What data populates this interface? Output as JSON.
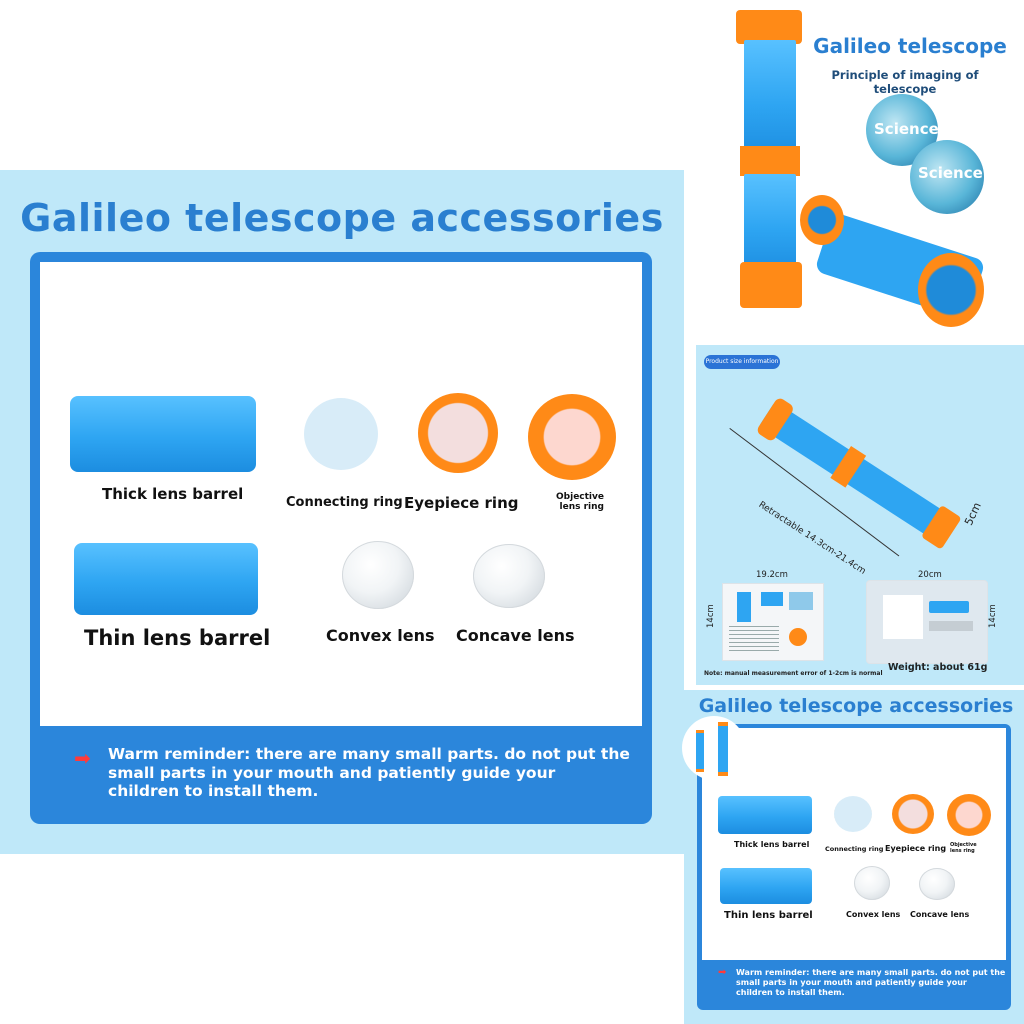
{
  "main": {
    "title": "Galileo telescope accessories",
    "labels": {
      "thick_barrel": "Thick lens barrel",
      "connecting_ring": "Connecting ring",
      "eyepiece_ring": "Eyepiece ring",
      "objective_ring": "Objective lens ring",
      "thin_barrel": "Thin lens barrel",
      "convex_lens": "Convex lens",
      "concave_lens": "Concave lens"
    },
    "warning_line1": "Warm reminder: there are many small parts. do not put the",
    "warning_line2": "small parts in your mouth and patiently guide your",
    "warning_line3": "children to install them."
  },
  "top_right": {
    "title": "Galileo telescope",
    "subtitle": "Principle of imaging of telescope",
    "science_1": "Science",
    "science_2": "Science"
  },
  "size_info": {
    "badge": "Product size information",
    "retractable": "Retractable 14.3cm-21.4cm",
    "diameter": "5cm",
    "box_width": "19.2cm",
    "box_height": "14cm",
    "bag_width": "20cm",
    "bag_height": "14cm",
    "weight": "Weight: about 61g",
    "note": "Note: manual measurement error of 1-2cm is normal"
  },
  "bottom_right": {
    "title": "Galileo telescope accessories",
    "labels": {
      "thick_barrel": "Thick lens barrel",
      "connecting_ring": "Connecting ring",
      "eyepiece_ring": "Eyepiece ring",
      "objective_ring": "Objective lens ring",
      "thin_barrel": "Thin lens barrel",
      "convex_lens": "Convex lens",
      "concave_lens": "Concave lens"
    },
    "warning_line1": "Warm reminder: there are many small parts. do not put the",
    "warning_line2": "small parts in your mouth and patiently guide your",
    "warning_line3": "children to install them."
  },
  "colors": {
    "brand_blue": "#2a7fd0",
    "panel_blue": "#bfe8f9",
    "orange": "#ff7a00",
    "barrel_blue": "#2ea5f2"
  }
}
